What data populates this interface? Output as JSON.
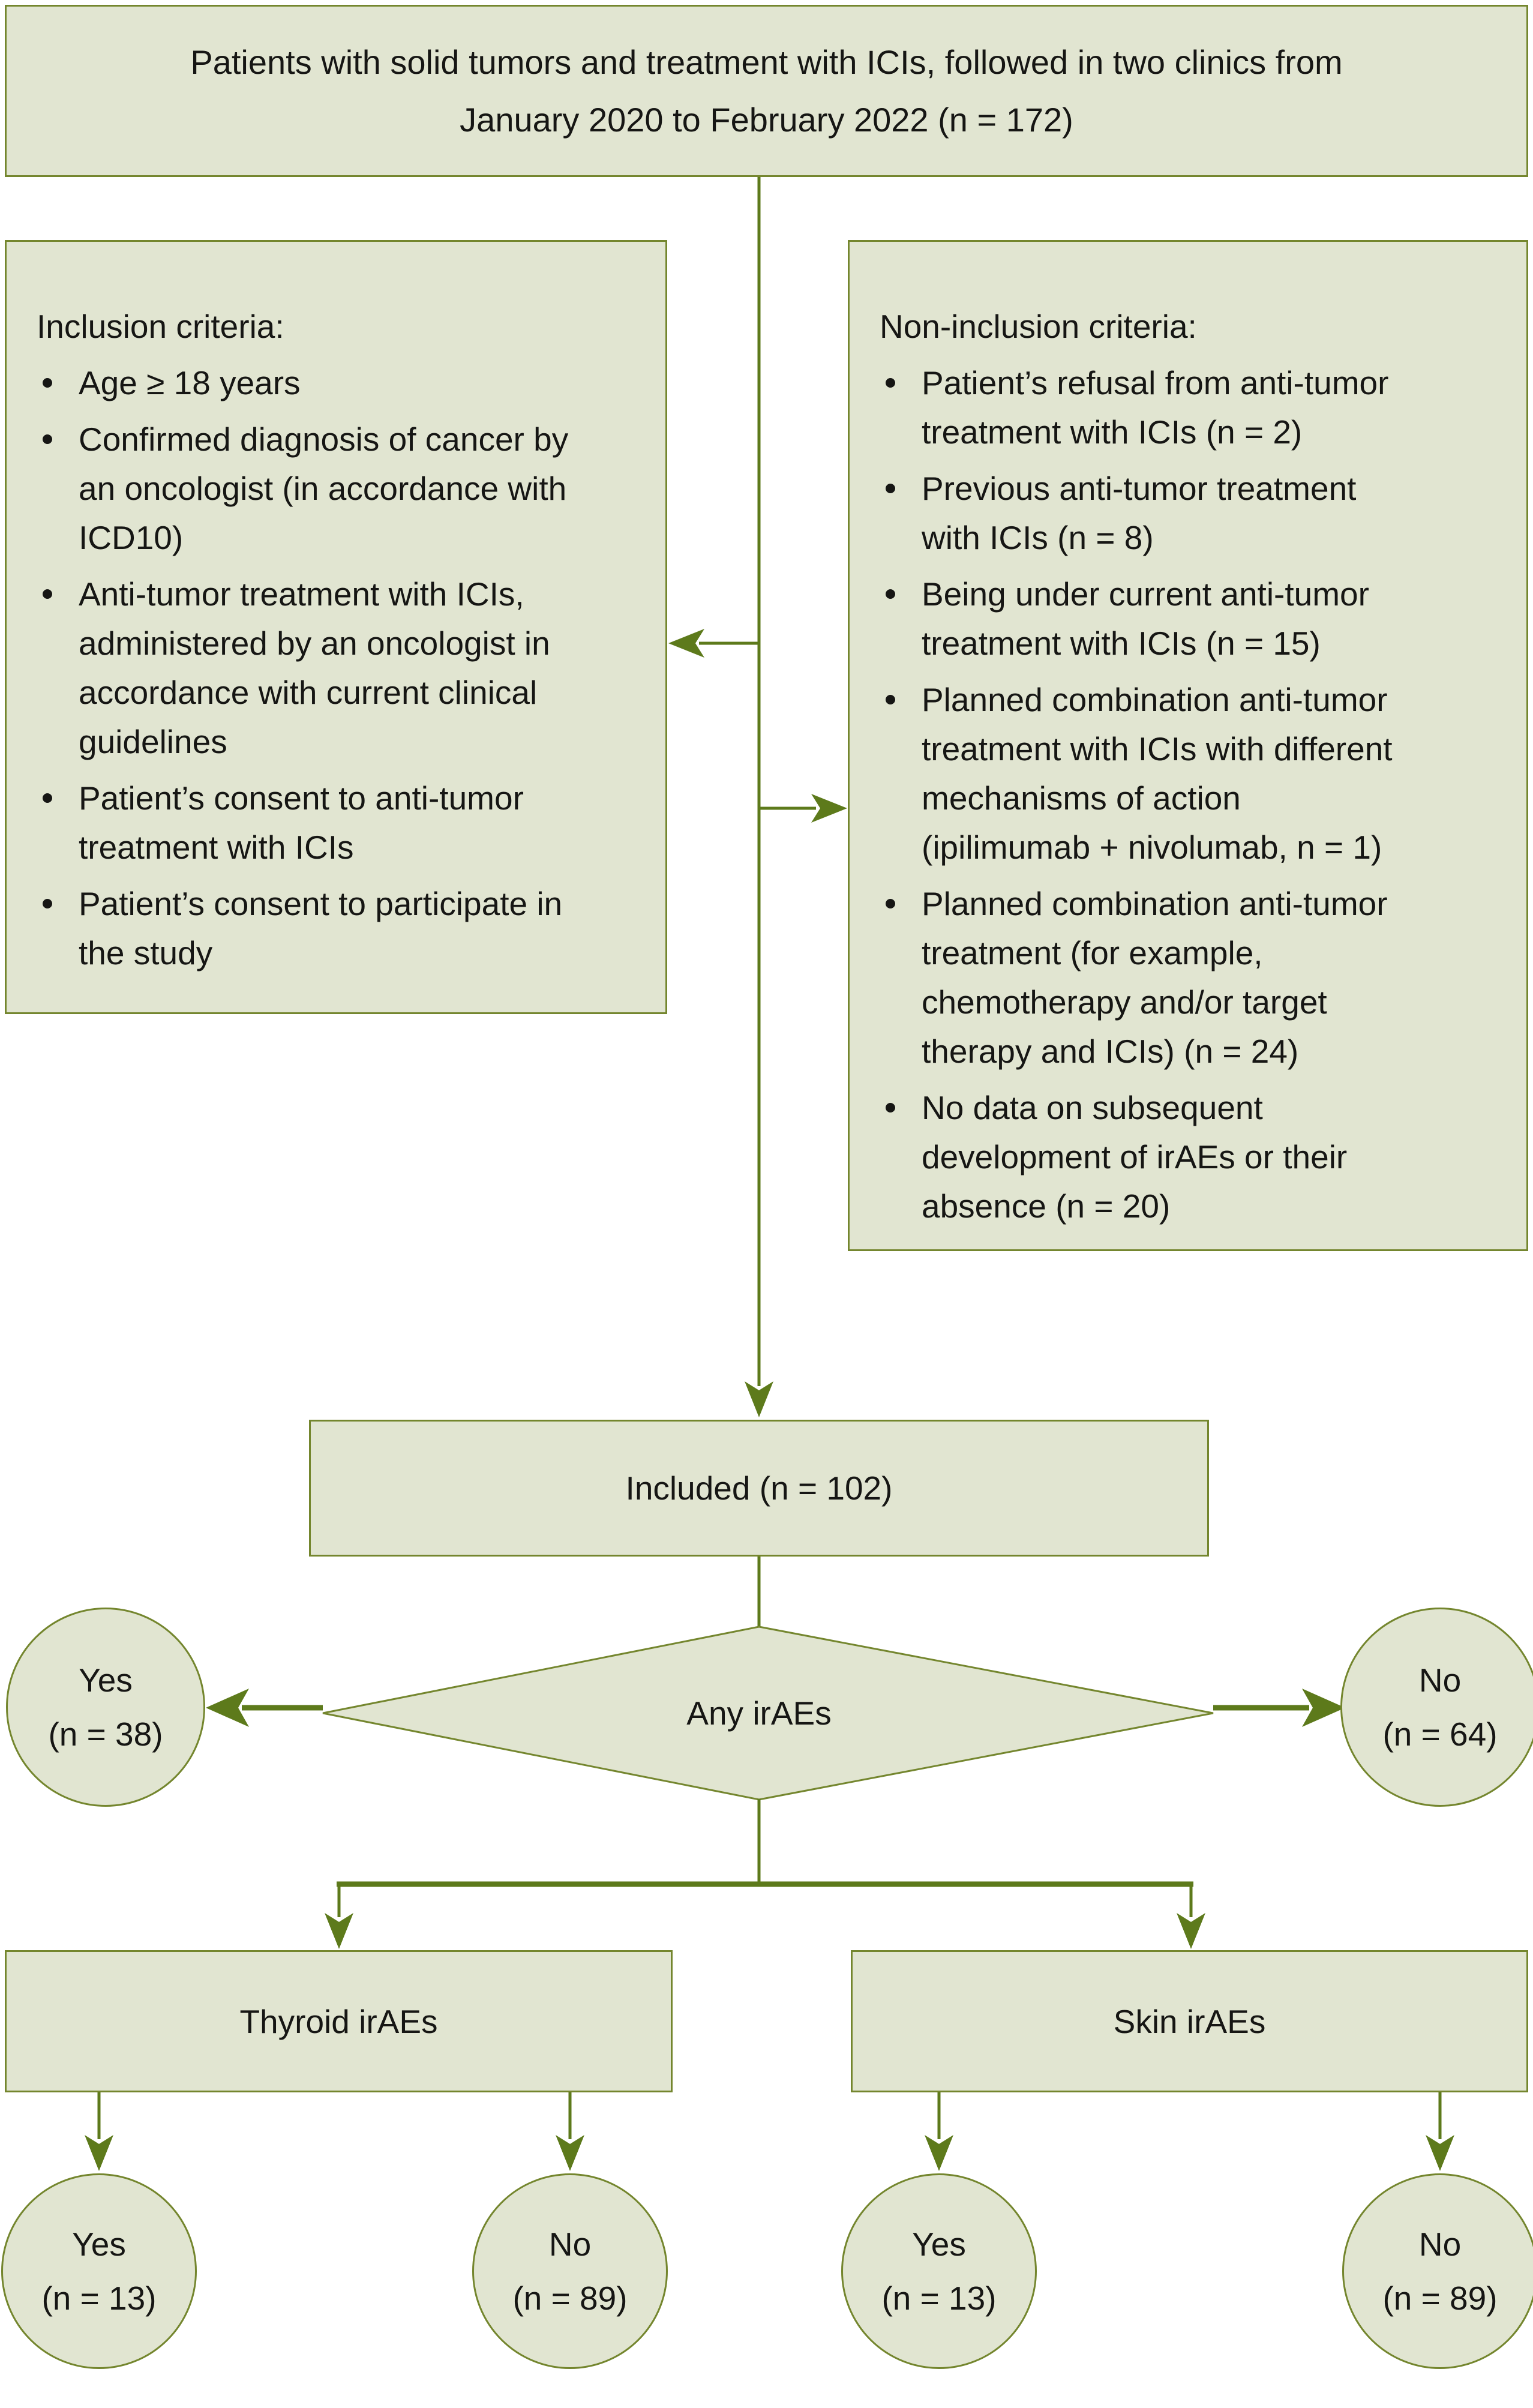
{
  "theme": {
    "box_fill": "#e1e5d1",
    "box_border": "#74862e",
    "line_color": "#5d7a1b",
    "text_color": "#161614",
    "background": "#ffffff"
  },
  "population_box": {
    "text": "Patients with solid tumors and treatment with ICIs, followed in two clinics from January 2020 to February 2022 (n = 172)"
  },
  "inclusion": {
    "heading": "Inclusion criteria:",
    "items": [
      "Age ≥ 18 years",
      "Confirmed diagnosis of cancer by an oncologist (in accordance with ICD10)",
      "Anti-tumor treatment with ICIs, administered by an oncologist in accordance with current clinical guidelines",
      "Patient’s consent to anti-tumor treatment with ICIs",
      "Patient’s consent to participate in the study"
    ]
  },
  "non_inclusion": {
    "heading": "Non-inclusion criteria:",
    "items": [
      "Patient’s refusal from anti-tumor treatment with ICIs (n = 2)",
      "Previous anti-tumor treatment with ICIs (n = 8)",
      "Being under current anti-tumor treatment with ICIs (n = 15)",
      "Planned combination anti-tumor treatment with ICIs with different mechanisms of action (ipilimumab + nivolumab, n = 1)",
      "Planned combination anti-tumor treatment (for example, chemotherapy and/or target therapy and ICIs) (n = 24)",
      "No data on subsequent development of irAEs or their absence (n = 20)"
    ]
  },
  "included_box": {
    "text": "Included (n = 102)"
  },
  "decision": {
    "text": "Any irAEs"
  },
  "outcomes": {
    "any_yes": {
      "label": "Yes",
      "count": "(n = 38)"
    },
    "any_no": {
      "label": "No",
      "count": "(n = 64)"
    },
    "thyroid_yes": {
      "label": "Yes",
      "count": "(n = 13)"
    },
    "thyroid_no": {
      "label": "No",
      "count": "(n = 89)"
    },
    "skin_yes": {
      "label": "Yes",
      "count": "(n = 13)"
    },
    "skin_no": {
      "label": "No",
      "count": "(n = 89)"
    }
  },
  "branch_boxes": {
    "thyroid": {
      "text": "Thyroid irAEs"
    },
    "skin": {
      "text": "Skin irAEs"
    }
  }
}
